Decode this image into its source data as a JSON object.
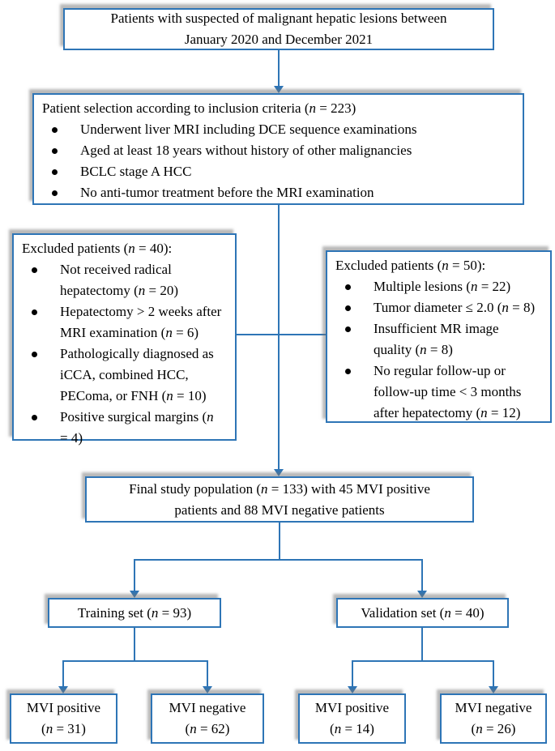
{
  "colors": {
    "accent": "#2E75B6",
    "text": "#000000",
    "background": "#FFFFFF"
  },
  "flowchart": {
    "suspected_box": {
      "text": "Patients with suspected of malignant hepatic lesions between\nJanuary 2020 and December 2021"
    },
    "inclusion_box": {
      "title": "Patient selection according to inclusion criteria (*n* = 223)",
      "bullets": [
        "Underwent liver MRI including DCE sequence examinations",
        "Aged at least 18 years without history of other malignancies",
        "BCLC stage A HCC",
        "No anti-tumor treatment before the MRI examination"
      ]
    },
    "excluded_left_box": {
      "title": "Excluded patients (*n* = 40):",
      "bullets": [
        "Not received radical\nhepatectomy (*n* = 20)",
        "Hepatectomy > 2 weeks after\nMRI examination (*n* = 6)",
        "Pathologically diagnosed as\niCCA, combined HCC,\nPEComa, or FNH (*n* = 10)",
        "Positive surgical margins (*n*\n= 4)"
      ]
    },
    "excluded_right_box": {
      "title": "Excluded patients (*n* = 50):",
      "bullets": [
        "Multiple lesions (*n* = 22)",
        "Tumor diameter ≤ 2.0 (*n* = 8)",
        "Insufficient MR image\nquality (*n* = 8)",
        "No regular follow-up or\nfollow-up time < 3 months\nafter hepatectomy (*n* = 12)"
      ]
    },
    "final_box": {
      "text": "Final study population (*n* = 133) with 45 MVI positive\npatients and 88 MVI negative patients"
    },
    "training_box": {
      "text": "Training set (*n* = 93)"
    },
    "validation_box": {
      "text": "Validation set (*n* = 40)"
    },
    "training_mvi_positive_box": {
      "text": "MVI positive\n(*n* = 31)"
    },
    "training_mvi_negative_box": {
      "text": "MVI negative\n(*n* = 62)"
    },
    "validation_mvi_positive_box": {
      "text": "MVI positive\n(*n* = 14)"
    },
    "validation_mvi_negative_box": {
      "text": "MVI negative\n(*n* = 26)"
    }
  }
}
